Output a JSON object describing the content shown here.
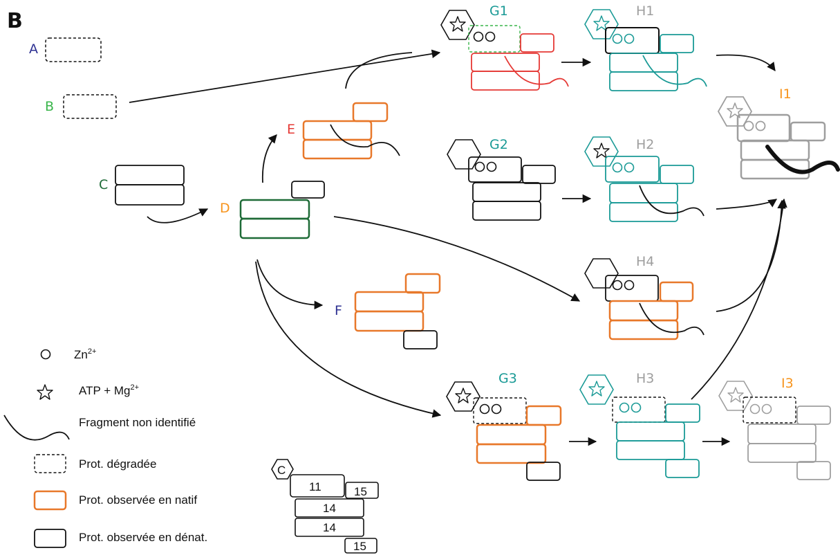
{
  "panel_label": "B",
  "colors": {
    "black": "#1a1a1a",
    "orange": "#e8782a",
    "red": "#e53935",
    "teal": "#1a9a96",
    "gray": "#9e9e9e",
    "green_dark": "#1e6b37",
    "green_light": "#39b54a",
    "navy": "#2e3192",
    "label_orange": "#f7941d"
  },
  "nodes": {
    "A": "A",
    "B": "B",
    "C": "C",
    "D": "D",
    "E": "E",
    "F": "F",
    "G1": "G1",
    "G2": "G2",
    "G3": "G3",
    "H1": "H1",
    "H2": "H2",
    "H3": "H3",
    "H4": "H4",
    "I1": "I1",
    "I3": "I3"
  },
  "legend": {
    "zn": "Zn",
    "zn_sup": "2+",
    "atp": "ATP + Mg",
    "atp_sup": "2+",
    "fragment": "Fragment non identifié",
    "degraded": "Prot. dégradée",
    "native": "Prot. observée en natif",
    "denat": "Prot. observée en dénat."
  },
  "complex_key": {
    "hexagon_letter": "C",
    "top": "11",
    "top_right": "15",
    "middle": "14",
    "lower": "14",
    "bottom": "15"
  }
}
